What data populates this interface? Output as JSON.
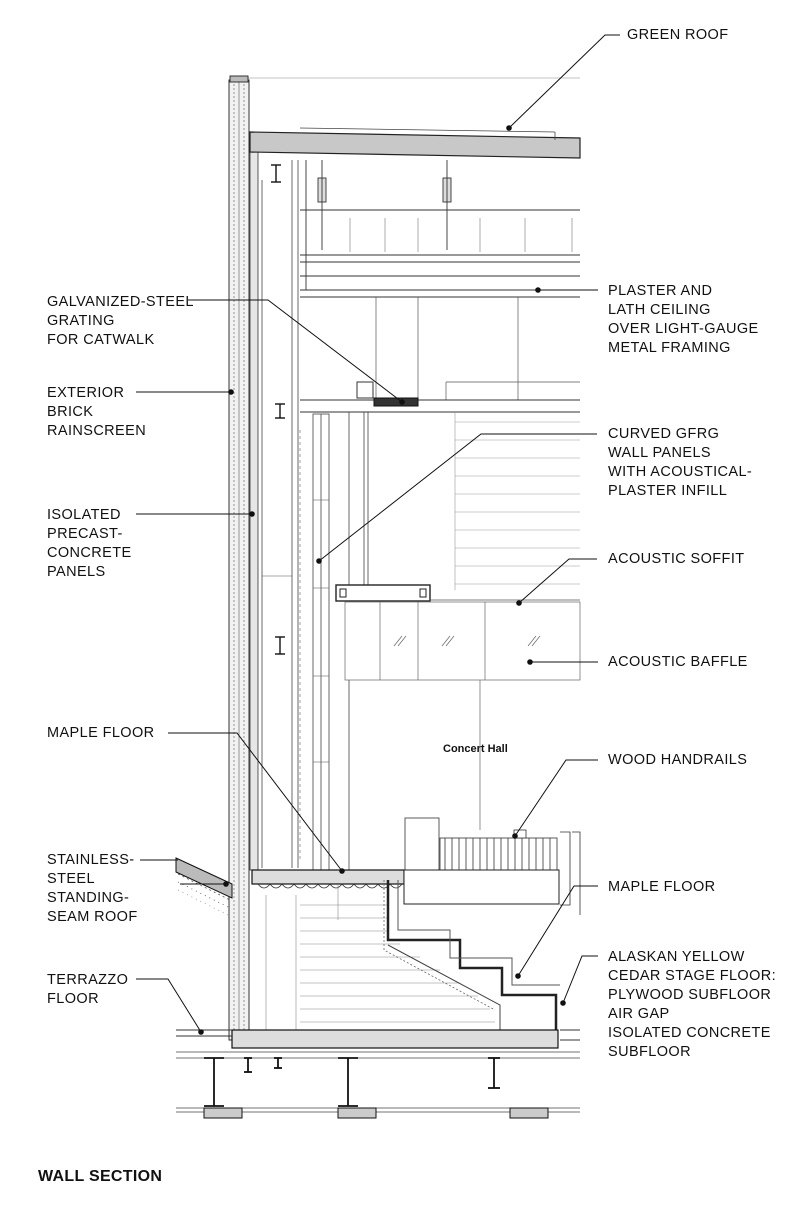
{
  "title": "WALL SECTION",
  "room_label": "Concert Hall",
  "callouts": {
    "green_roof": "GREEN ROOF",
    "plaster_ceiling": "PLASTER AND\nLATH CEILING\nOVER LIGHT-GAUGE\nMETAL FRAMING",
    "grating": "GALVANIZED-STEEL\nGRATING\nFOR CATWALK",
    "brick": "EXTERIOR\nBRICK\nRAINSCREEN",
    "gfrg": "CURVED GFRG\nWALL PANELS\nWITH ACOUSTICAL-\nPLASTER INFILL",
    "precast": "ISOLATED\nPRECAST-\nCONCRETE\nPANELS",
    "soffit": "ACOUSTIC SOFFIT",
    "baffle": "ACOUSTIC BAFFLE",
    "maple_left": "MAPLE FLOOR",
    "handrails": "WOOD HANDRAILS",
    "steel_roof": "STAINLESS-\nSTEEL\nSTANDING-\nSEAM ROOF",
    "maple_right": "MAPLE FLOOR",
    "cedar": "ALASKAN YELLOW\nCEDAR STAGE FLOOR:\nPLYWOOD SUBFLOOR\nAIR GAP\nISOLATED CONCRETE\nSUBFLOOR",
    "terrazzo": "TERRAZZO\nFLOOR"
  }
}
